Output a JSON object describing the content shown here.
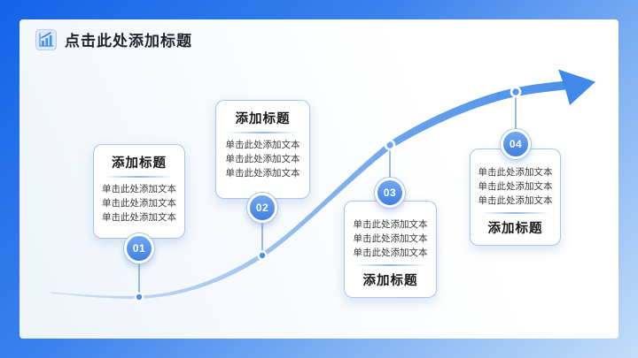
{
  "header": {
    "title": "点击此处添加标题",
    "icon": "bar-chart-icon"
  },
  "steps": [
    {
      "number": "01",
      "title": "添加标题",
      "layout": "title-top",
      "lines": [
        "单击此处添加文本",
        "单击此处添加文本",
        "单击此处添加文本"
      ]
    },
    {
      "number": "02",
      "title": "添加标题",
      "layout": "title-top",
      "lines": [
        "单击此处添加文本",
        "单击此处添加文本",
        "单击此处添加文本"
      ]
    },
    {
      "number": "03",
      "title": "添加标题",
      "layout": "title-bottom",
      "lines": [
        "单击此处添加文本",
        "单击此处添加文本",
        "单击此处添加文本"
      ]
    },
    {
      "number": "04",
      "title": "添加标题",
      "layout": "title-bottom",
      "lines": [
        "单击此处添加文本",
        "单击此处添加文本",
        "单击此处添加文本"
      ]
    }
  ],
  "colors": {
    "accent_blue": "#4a8fe8",
    "frame_gradient_start": "#1463e8",
    "frame_gradient_end": "#c3ddf9",
    "curve_light": "#cddff5",
    "card_border": "#6ea0e1",
    "text_dark": "#1f2329"
  }
}
